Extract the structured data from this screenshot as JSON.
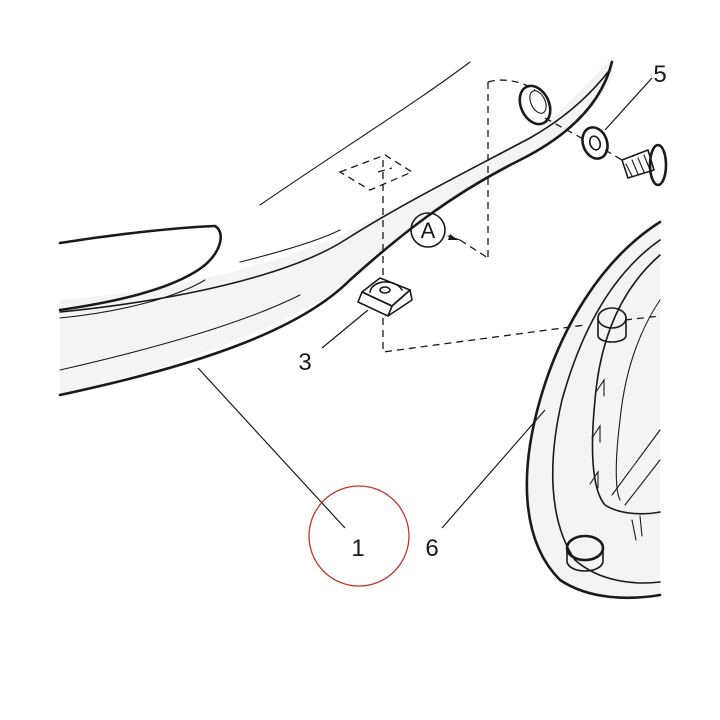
{
  "callouts": {
    "part_1": "1",
    "part_3": "3",
    "part_5": "5",
    "part_6": "6",
    "view_a": "A"
  },
  "colors": {
    "line": "#1a1a1a",
    "highlight_circle": "#c0392b",
    "background": "#ffffff"
  }
}
